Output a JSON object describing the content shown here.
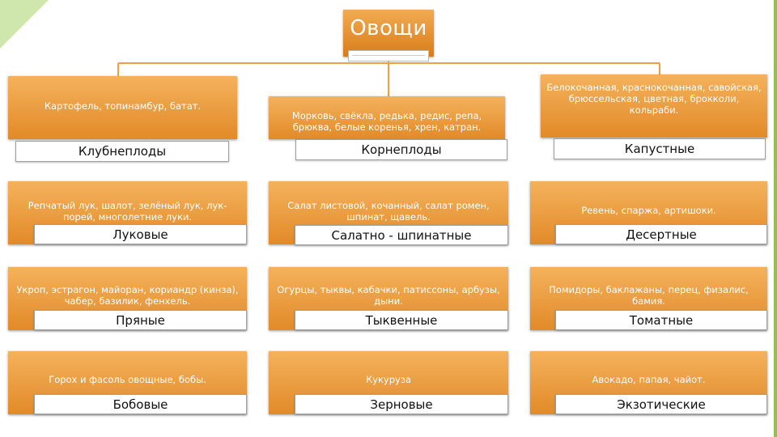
{
  "colors": {
    "card_top": "#f4b25c",
    "card_bottom": "#e28a28",
    "connector": "#f0a040",
    "label_border": "#a0a0a0",
    "accent_green": "#8ac24a"
  },
  "root": {
    "title": "Овощи"
  },
  "categories": [
    {
      "label": "Клубнеплоды",
      "description": "Картофель, топинамбур, батат."
    },
    {
      "label": "Корнеплоды",
      "description": "Морковь, свёкла, редька, редис, репа, брюква, белые коренья, хрен, катран."
    },
    {
      "label": "Капустные",
      "description": "Белокочанная, краснокочанная, савойская, брюссельская, цветная, брокколи, кольраби."
    },
    {
      "label": "Луковые",
      "description": "Репчатый лук, шалот, зелёный лук, лук-порей, многолетние луки."
    },
    {
      "label": "Салатно - шпинатные",
      "description": "Салат листовой, кочанный, салат ромен, шпинат, щавель."
    },
    {
      "label": "Десертные",
      "description": "Ревень, спаржа, артишоки."
    },
    {
      "label": "Пряные",
      "description": "Укроп, эстрагон, майоран, кориандр (кинза), чабер, базилик, фенхель."
    },
    {
      "label": "Тыквенные",
      "description": "Огурцы, тыквы, кабачки, патиссоны, арбузы, дыни."
    },
    {
      "label": "Томатные",
      "description": "Помидоры, баклажаны, перец, физалис, бамия."
    },
    {
      "label": "Бобовые",
      "description": "Горох и фасоль овощные, бобы."
    },
    {
      "label": "Зерновые",
      "description": "Кукуруза"
    },
    {
      "label": "Экзотические",
      "description": "Авокадо, папая, чайот."
    }
  ]
}
